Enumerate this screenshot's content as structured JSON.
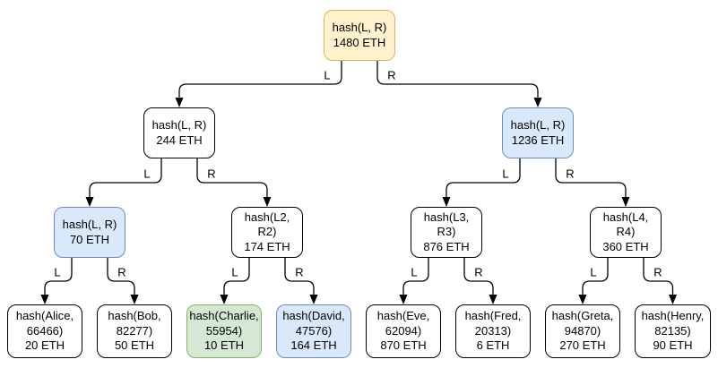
{
  "diagram": {
    "kind": "merkle-tree",
    "colors": {
      "yellow_fill": "#fff2cc",
      "yellow_border": "#d6b656",
      "blue_fill": "#dae8fc",
      "blue_border": "#6c8ebf",
      "green_fill": "#d5e8d4",
      "green_border": "#82b366",
      "white_fill": "#ffffff",
      "white_border": "#000000"
    },
    "nodes": [
      {
        "id": "root",
        "label": "hash(L, R)",
        "value": "1480 ETH",
        "color": "yellow"
      },
      {
        "id": "n-l",
        "label": "hash(L, R)",
        "value": "244 ETH",
        "color": "white"
      },
      {
        "id": "n-r",
        "label": "hash(L, R)",
        "value": "1236 ETH",
        "color": "blue"
      },
      {
        "id": "n-ll",
        "label": "hash(L, R)",
        "value": "70 ETH",
        "color": "blue"
      },
      {
        "id": "n-lr",
        "label": "hash(L2, R2)",
        "value": "174 ETH",
        "color": "white"
      },
      {
        "id": "n-rl",
        "label": "hash(L3, R3)",
        "value": "876 ETH",
        "color": "white"
      },
      {
        "id": "n-rr",
        "label": "hash(L4, R4)",
        "value": "360 ETH",
        "color": "white"
      },
      {
        "id": "leaf-1",
        "label": "hash(Alice, 66466)",
        "value": "20 ETH",
        "color": "white"
      },
      {
        "id": "leaf-2",
        "label": "hash(Bob, 82277)",
        "value": "50 ETH",
        "color": "white"
      },
      {
        "id": "leaf-3",
        "label": "hash(Charlie, 55954)",
        "value": "10 ETH",
        "color": "green"
      },
      {
        "id": "leaf-4",
        "label": "hash(David, 47576)",
        "value": "164 ETH",
        "color": "blue"
      },
      {
        "id": "leaf-5",
        "label": "hash(Eve, 62094)",
        "value": "870 ETH",
        "color": "white"
      },
      {
        "id": "leaf-6",
        "label": "hash(Fred, 20313)",
        "value": "6 ETH",
        "color": "white"
      },
      {
        "id": "leaf-7",
        "label": "hash(Greta, 94870)",
        "value": "270 ETH",
        "color": "white"
      },
      {
        "id": "leaf-8",
        "label": "hash(Henry, 82135)",
        "value": "90 ETH",
        "color": "white"
      }
    ],
    "edges": [
      {
        "from": "root",
        "to": "n-l",
        "label": "L"
      },
      {
        "from": "root",
        "to": "n-r",
        "label": "R"
      },
      {
        "from": "n-l",
        "to": "n-ll",
        "label": "L"
      },
      {
        "from": "n-l",
        "to": "n-lr",
        "label": "R"
      },
      {
        "from": "n-r",
        "to": "n-rl",
        "label": "L"
      },
      {
        "from": "n-r",
        "to": "n-rr",
        "label": "R"
      },
      {
        "from": "n-ll",
        "to": "leaf-1",
        "label": "L"
      },
      {
        "from": "n-ll",
        "to": "leaf-2",
        "label": "R"
      },
      {
        "from": "n-lr",
        "to": "leaf-3",
        "label": "L"
      },
      {
        "from": "n-lr",
        "to": "leaf-4",
        "label": "R"
      },
      {
        "from": "n-rl",
        "to": "leaf-5",
        "label": "L"
      },
      {
        "from": "n-rl",
        "to": "leaf-6",
        "label": "R"
      },
      {
        "from": "n-rr",
        "to": "leaf-7",
        "label": "L"
      },
      {
        "from": "n-rr",
        "to": "leaf-8",
        "label": "R"
      }
    ]
  }
}
